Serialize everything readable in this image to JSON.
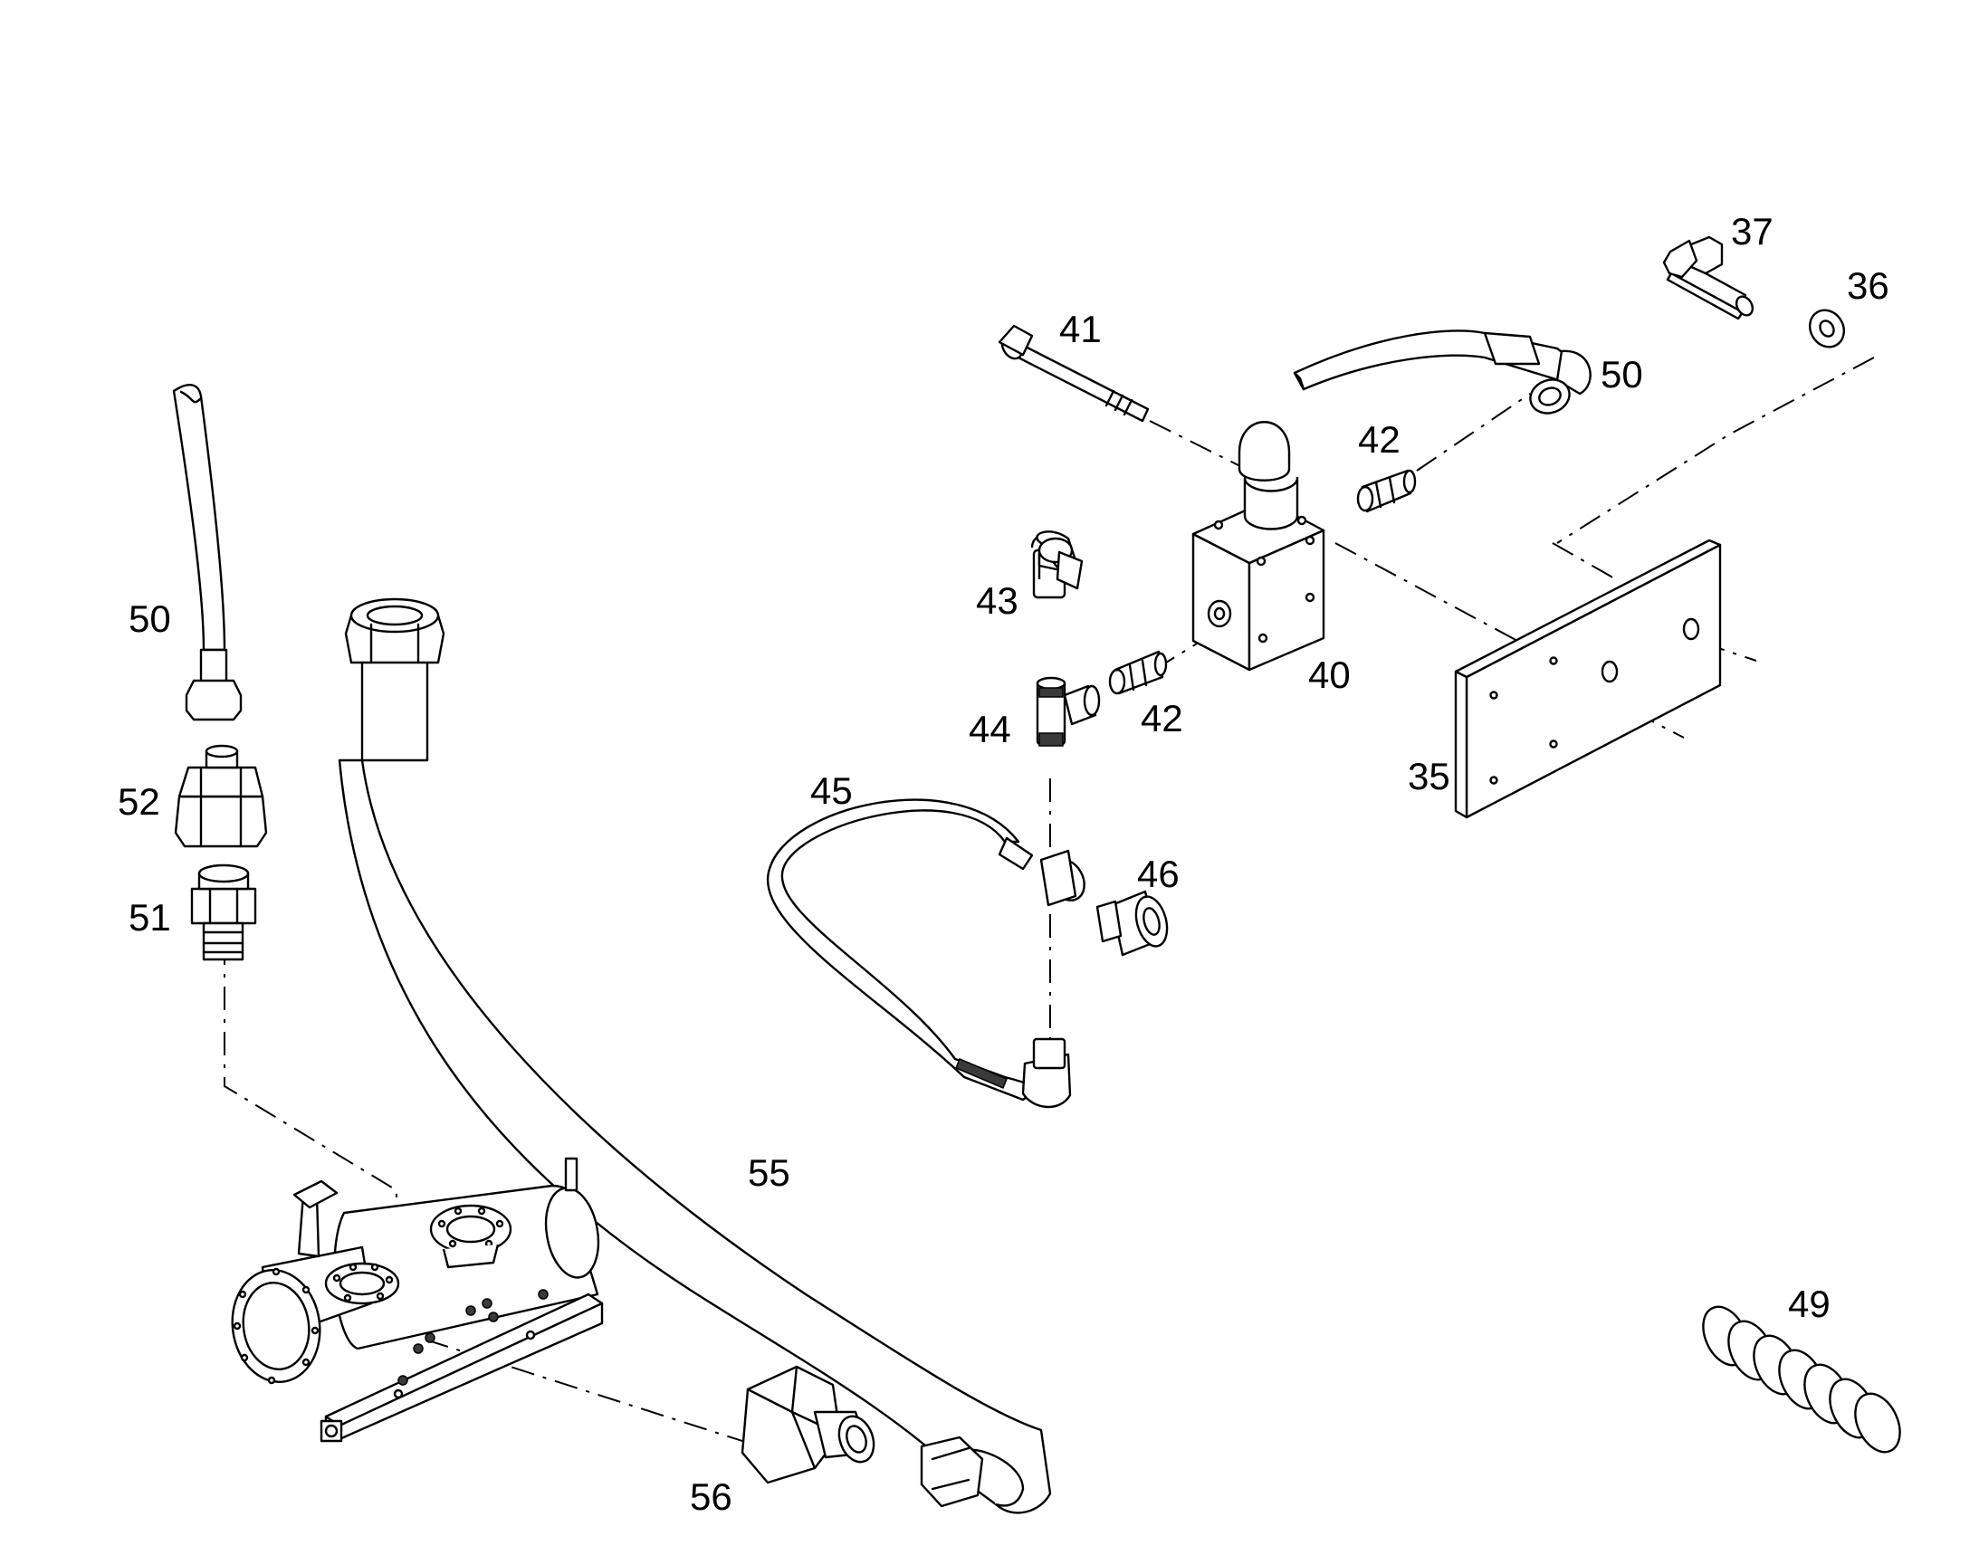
{
  "callouts": [
    {
      "id": "c35",
      "label": "35"
    },
    {
      "id": "c36",
      "label": "36"
    },
    {
      "id": "c37",
      "label": "37"
    },
    {
      "id": "c40",
      "label": "40"
    },
    {
      "id": "c41",
      "label": "41"
    },
    {
      "id": "c42a",
      "label": "42"
    },
    {
      "id": "c42b",
      "label": "42"
    },
    {
      "id": "c43",
      "label": "43"
    },
    {
      "id": "c44",
      "label": "44"
    },
    {
      "id": "c45",
      "label": "45"
    },
    {
      "id": "c46",
      "label": "46"
    },
    {
      "id": "c49",
      "label": "49"
    },
    {
      "id": "c50a",
      "label": "50"
    },
    {
      "id": "c50b",
      "label": "50"
    },
    {
      "id": "c51",
      "label": "51"
    },
    {
      "id": "c52",
      "label": "52"
    },
    {
      "id": "c55",
      "label": "55"
    },
    {
      "id": "c56",
      "label": "56"
    }
  ]
}
